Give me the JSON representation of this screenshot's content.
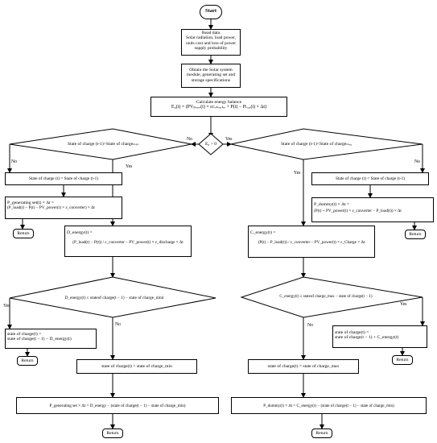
{
  "start": "Start",
  "read_data": [
    "Read data",
    "Solar radiation, load power,",
    "units cost and loss of power",
    "supply probability"
  ],
  "specs": [
    "Obtain the Solar system",
    "module, generating set and",
    "storage specifications"
  ],
  "balance": [
    "Calculate energy balance",
    "E₀(t) = (PVₚₒᵥₑᵣ(t) × εᴄₒₙᵥₑᵣₜₑᵣ + P(t) − Pₗₒₐₑ(t) × Δt)"
  ],
  "cond_e0": "E₀ > 0",
  "cond_left": "State of charge (t-1)>State of chargeₘᵢₙ",
  "cond_right": "State of charge (t-1)<State of chargeₘₐₓ",
  "lbl_no": "No",
  "lbl_yes": "Yes",
  "soc_eq_left": "State of charge (t) = State of charge (t-1)",
  "soc_eq_right": "State of charge (t) = State of charge (t-1)",
  "pgen": [
    "P_generating set(t) × Δt =",
    "(P_load(t) − P(t) − PV_power(t) × ε_converter) × Δt"
  ],
  "pdummy": [
    "P_dummy(t) × Δt =",
    "(P(t) + PV_power(t) × ε_converter − P_load(t)) × Δt"
  ],
  "d_energy": [
    "D_energy(t) =",
    "(P_load(t) − P(t)) / ε_converter − PV_power(t) × ε_discharge × Δt"
  ],
  "c_energy": [
    "C_energy(t) =",
    "(P(t) − P_load(t)) / ε_converter − PV_power(t) × ε_Charge × Δt"
  ],
  "cond_d": "D_energy(t) ≤ stateof charge(t − 1) − state of charge_mini",
  "cond_c": "C_energy(t) ≤ stateof charge_max − state of charge(t − 1)",
  "soc_d": [
    "state of charge(t) =",
    "state of charge(t − 1) − D_energy(t)"
  ],
  "soc_c": [
    "state of charge(t) =",
    "state of charge(t − 1) + C_energy(t)"
  ],
  "soc_min": "state of charge(t) = state of charge_min",
  "soc_max": "state of charge(t) = state of charge_max",
  "pgen2": "P_generating set × Δt = D_energy − (state of charge(t − 1) − state of charge_min)",
  "pdummy2": "P_dummy(t) × Δt = C_energy(t) − (state of charge(t − 1) − state of charge_min)",
  "return_label": "Return"
}
